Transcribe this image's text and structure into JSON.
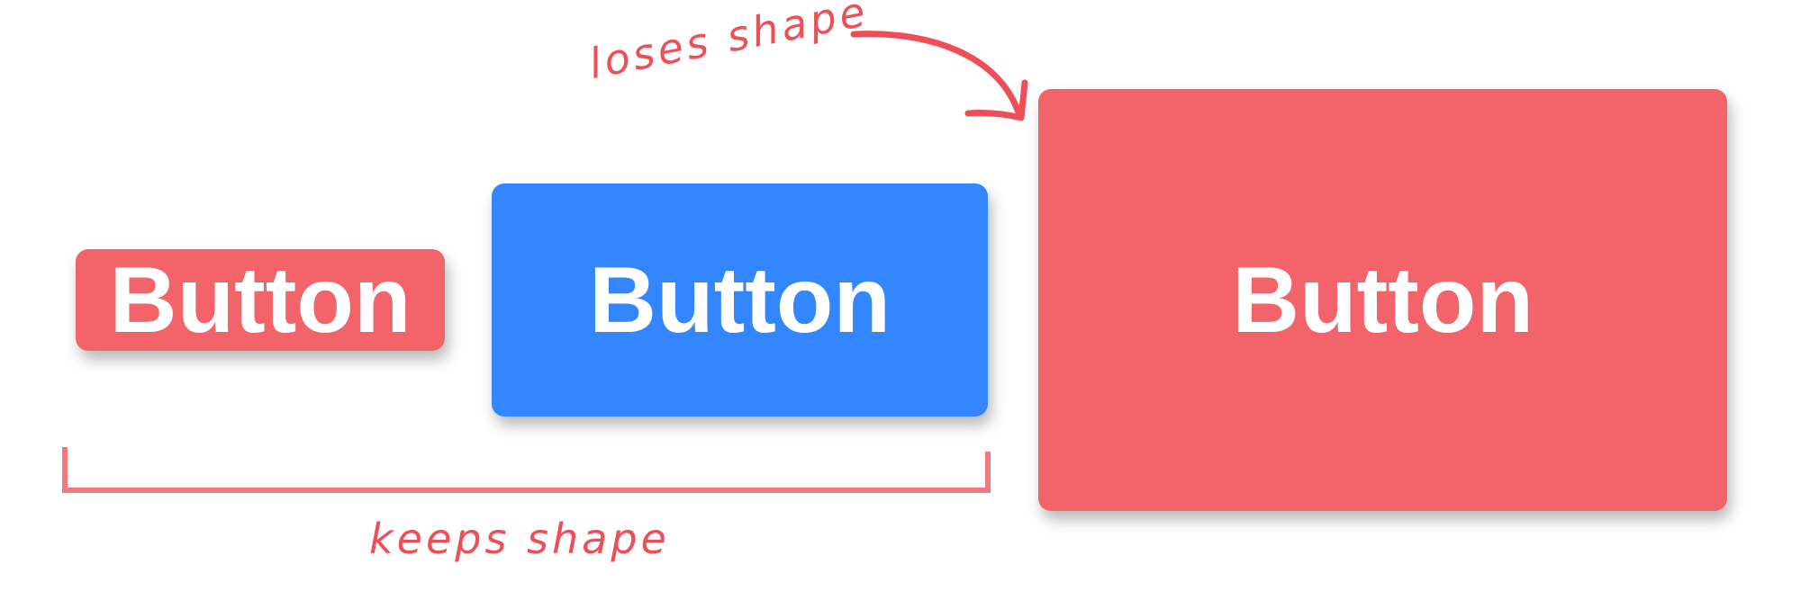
{
  "buttons": {
    "small": {
      "label": "Button"
    },
    "medium": {
      "label": "Button"
    },
    "large": {
      "label": "Button"
    }
  },
  "annotations": {
    "loses_shape": "loses shape",
    "keeps_shape": "keeps shape"
  },
  "colors": {
    "red_button": "#f2646a",
    "blue_button": "#3486fe",
    "annotation": "#ee4f57",
    "bracket": "#f17a80"
  }
}
